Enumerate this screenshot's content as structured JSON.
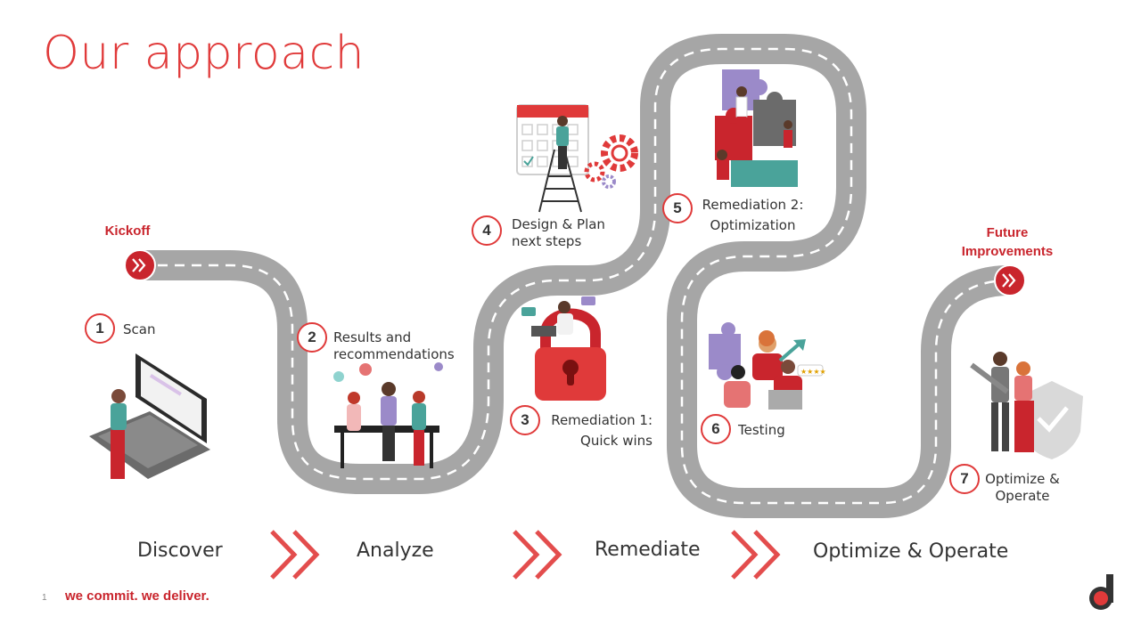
{
  "title": "Our approach",
  "kickoff_label": "Kickoff",
  "future_label_line1": "Future",
  "future_label_line2": "Improvements",
  "steps": [
    {
      "num": "1",
      "line1": "Scan",
      "line2": ""
    },
    {
      "num": "2",
      "line1": "Results and",
      "line2": "recommendations"
    },
    {
      "num": "3",
      "line1": "Remediation 1:",
      "line2": "Quick wins"
    },
    {
      "num": "4",
      "line1": "Design & Plan",
      "line2": "next steps"
    },
    {
      "num": "5",
      "line1": "Remediation 2:",
      "line2": "Optimization"
    },
    {
      "num": "6",
      "line1": "Testing",
      "line2": ""
    },
    {
      "num": "7",
      "line1": "Optimize &",
      "line2": "Operate"
    }
  ],
  "phases": [
    "Discover",
    "Analyze",
    "Remediate",
    "Optimize & Operate"
  ],
  "footer": {
    "page_number": "1",
    "slogan": "we commit. we deliver."
  },
  "colors": {
    "accent": "#e03a3a",
    "road": "#a6a6a6",
    "dark_red": "#c9252d"
  }
}
